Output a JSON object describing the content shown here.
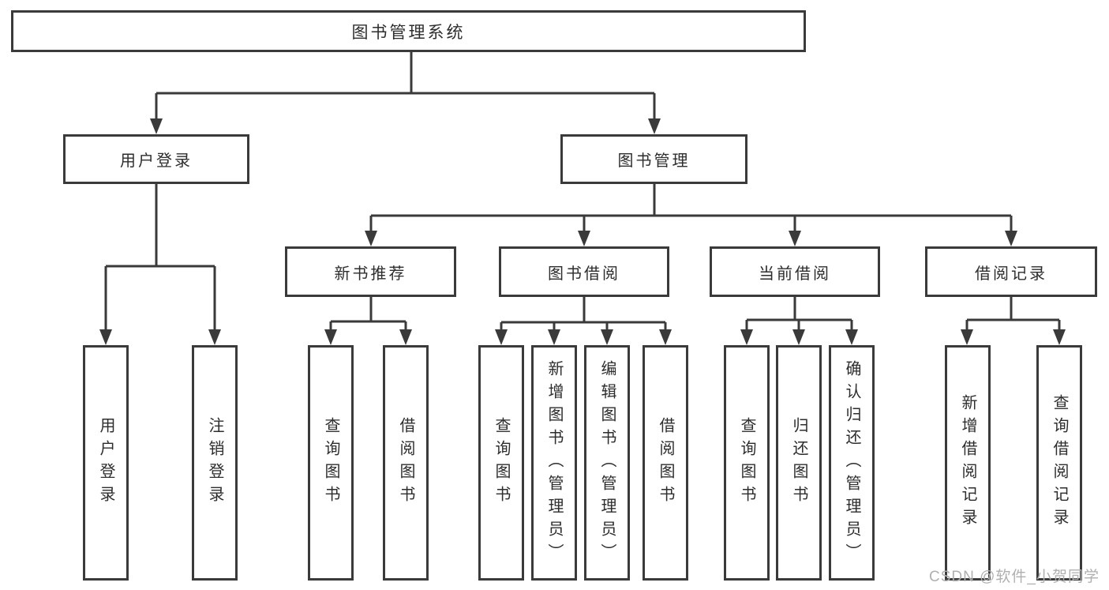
{
  "diagram": {
    "root_label": "图书管理系统",
    "branches": {
      "user_login": {
        "label": "用户登录",
        "children": [
          {
            "label": "用户登录"
          },
          {
            "label": "注销登录"
          }
        ]
      },
      "book_mgmt": {
        "label": "图书管理",
        "sections": [
          {
            "label": "新书推荐",
            "children": [
              {
                "label": "查询图书"
              },
              {
                "label": "借阅图书"
              }
            ]
          },
          {
            "label": "图书借阅",
            "children": [
              {
                "label": "查询图书"
              },
              {
                "label": "新增图书（管理员）"
              },
              {
                "label": "编辑图书（管理员）"
              },
              {
                "label": "借阅图书"
              }
            ]
          },
          {
            "label": "当前借阅",
            "children": [
              {
                "label": "查询图书"
              },
              {
                "label": "归还图书"
              },
              {
                "label": "确认归还（管理员）"
              }
            ]
          },
          {
            "label": "借阅记录",
            "children": [
              {
                "label": "新增借阅记录"
              },
              {
                "label": "查询借阅记录"
              }
            ]
          }
        ]
      }
    },
    "watermark": "CSDN @软件_小贺同学",
    "colors": {
      "line": "#3a3a3a",
      "background": "#ffffff",
      "text": "#2d2d2d",
      "watermark": "#b0b0b0"
    }
  }
}
